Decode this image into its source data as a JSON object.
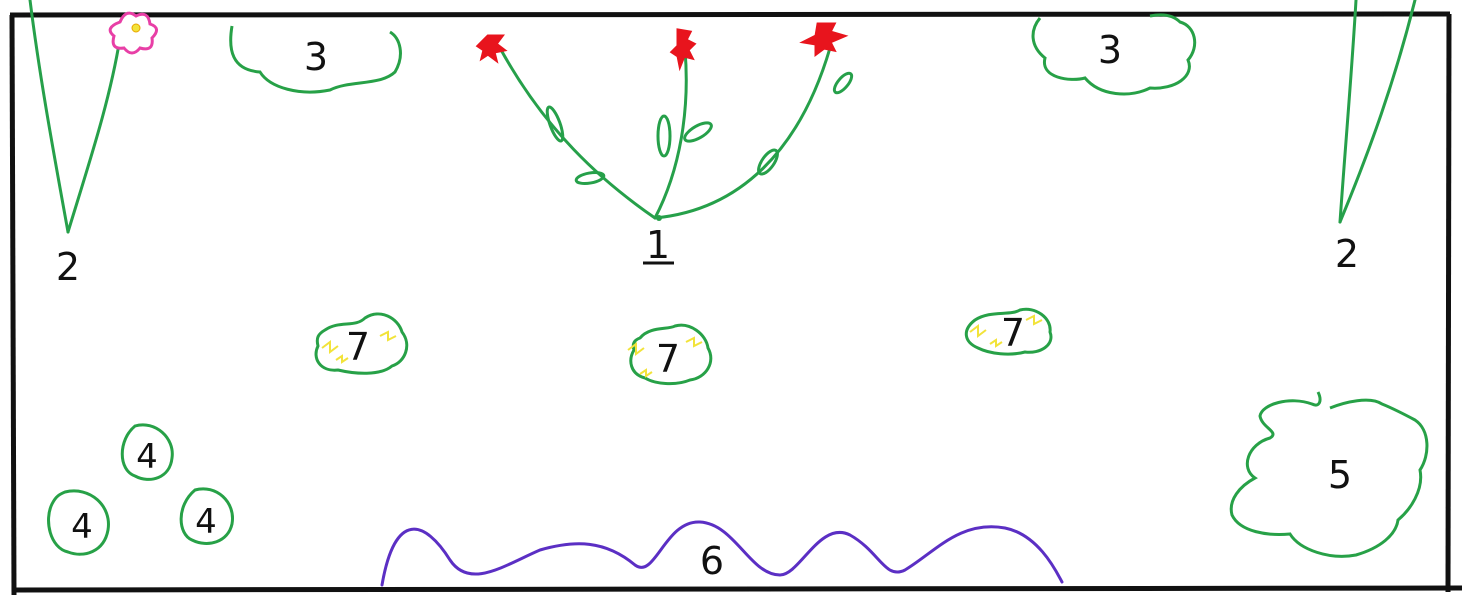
{
  "colors": {
    "frame": "#111111",
    "stem": "#26a04a",
    "bush": "#27a147",
    "flower_red": "#e8141d",
    "flower_pink": "#e83fa6",
    "yellow": "#f2e33a",
    "hedge": "#5b2fc4"
  },
  "labels": {
    "rose_bush": "1",
    "left_plant": "2",
    "right_plant": "2",
    "shrub_left": "3",
    "shrub_right": "3",
    "small_bush_top": "4",
    "small_bush_left": "4",
    "small_bush_right": "4",
    "large_bush": "5",
    "hedge": "6",
    "yellow_bush_left": "7",
    "yellow_bush_mid": "7",
    "yellow_bush_right": "7"
  },
  "icons": {
    "rose_bush": "rose-bush-icon",
    "grass": "grass-icon",
    "flower": "pink-flower-icon",
    "shrub": "shrub-outline-icon",
    "hedge": "wavy-hedge-icon"
  }
}
